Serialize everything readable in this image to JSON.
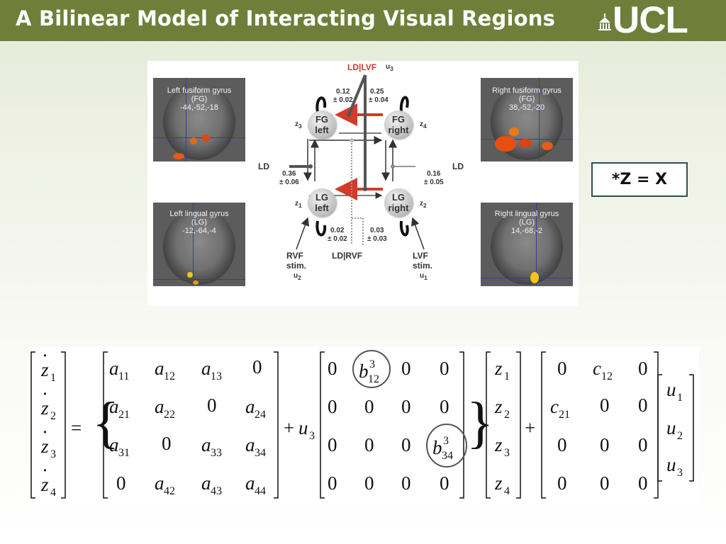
{
  "header": {
    "title": "A Bilinear Model of Interacting Visual Regions",
    "logo_text": "UCL"
  },
  "figure": {
    "top_input": "LD|LVF",
    "top_input_var": "u",
    "top_input_sub": "3",
    "bottom_input": "LD|RVF",
    "ld_left": "LD",
    "ld_right": "LD",
    "nodes": {
      "fg_left": {
        "line1": "FG",
        "line2": "left",
        "var": "z",
        "sub": "3"
      },
      "fg_right": {
        "line1": "FG",
        "line2": "right",
        "var": "z",
        "sub": "4"
      },
      "lg_left": {
        "line1": "LG",
        "line2": "left",
        "var": "z",
        "sub": "1"
      },
      "lg_right": {
        "line1": "LG",
        "line2": "right",
        "var": "z",
        "sub": "2"
      }
    },
    "values": {
      "top_left": "0.12",
      "top_left_err": "± 0.02",
      "top_right": "0.25",
      "top_right_err": "± 0.04",
      "mid_left": "0.36",
      "mid_left_err": "± 0.06",
      "mid_right": "0.16",
      "mid_right_err": "± 0.05",
      "bot_left": "0.02",
      "bot_left_err": "± 0.02",
      "bot_right": "0.03",
      "bot_right_err": "± 0.03"
    },
    "stims": {
      "rvf": {
        "line1": "RVF",
        "line2": "stim.",
        "var": "u",
        "sub": "2"
      },
      "lvf": {
        "line1": "LVF",
        "line2": "stim.",
        "var": "u",
        "sub": "1"
      }
    },
    "brains": [
      {
        "line1": "Left fusiform gyrus",
        "line2": "(FG)",
        "line3": "-44,-52,-18"
      },
      {
        "line1": "Right fusiform gyrus",
        "line2": "(FG)",
        "line3": "38,-52,-20"
      },
      {
        "line1": "Left lingual gyrus",
        "line2": "(LG)",
        "line3": "-12,-64,-4"
      },
      {
        "line1": "Right lingual gyrus",
        "line2": "(LG)",
        "line3": "14,-68,-2"
      }
    ]
  },
  "equation_box": "*Z = X",
  "colors": {
    "header": "#6f7f3a",
    "red_arrow": "#d23a2a",
    "box_border": "#2f4f4f"
  }
}
